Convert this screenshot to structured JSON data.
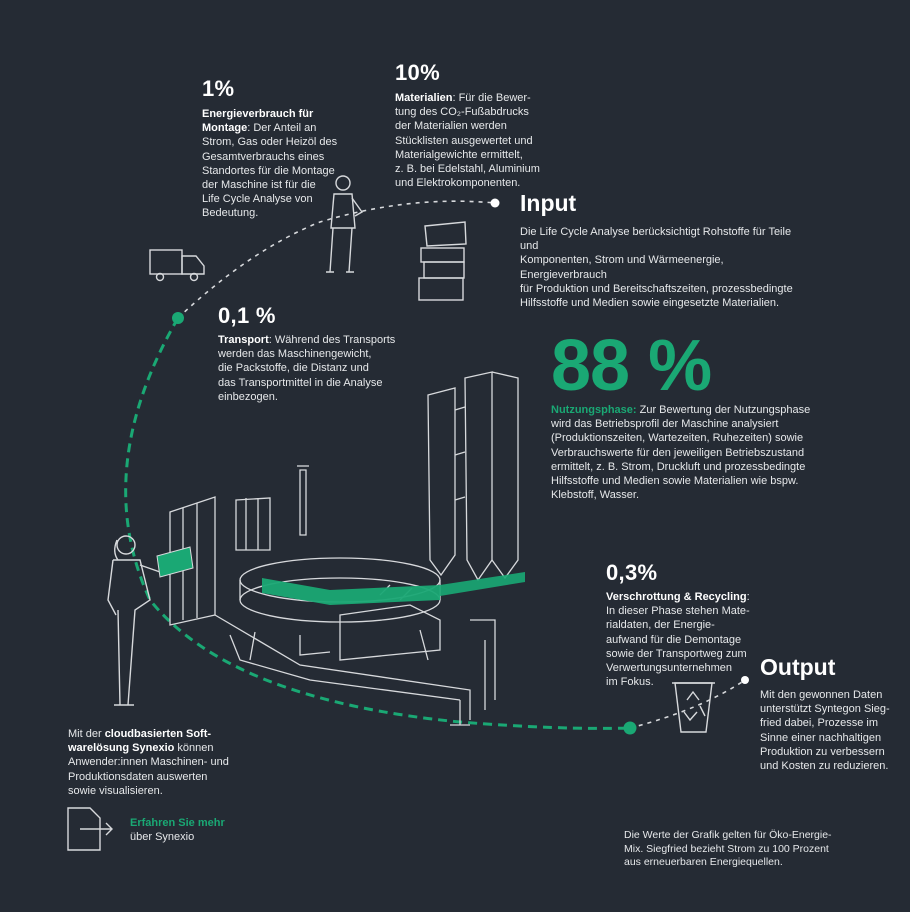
{
  "colors": {
    "background": "#252b34",
    "accent": "#1aa874",
    "line": "#d7d9dc"
  },
  "energy": {
    "pct": "1%",
    "title": "Energieverbrauch für Montage",
    "lines": [
      "Strom, Gas oder Heizöl des",
      "Gesamtverbrauchs eines",
      "Standortes für die Montage",
      "der Maschine ist für die",
      "Life Cycle Analyse von",
      "Bedeutung."
    ],
    "line1_rest": ": Der Anteil an"
  },
  "materials": {
    "pct": "10%",
    "title": "Materialien",
    "line0_rest": ": Für die Bewer-",
    "lines": [
      "tung des CO₂-Fußabdrucks",
      "der Materialien werden",
      "Stücklisten ausgewertet und",
      "Materialgewichte ermittelt,",
      "z. B. bei Edelstahl, Aluminium",
      "und Elektrokomponenten."
    ]
  },
  "input": {
    "title": "Input",
    "lines": [
      "Die Life Cycle Analyse berücksichtigt Rohstoffe für Teile und",
      "Komponenten, Strom und Wärmeenergie, Energieverbrauch",
      "für Produktion und Bereitschaftszeiten, prozessbedingte",
      "Hilfsstoffe und Medien sowie eingesetzte Materialien."
    ]
  },
  "transport": {
    "pct": "0,1 %",
    "title": "Transport",
    "line0_rest": ": Während des Transports",
    "lines": [
      "werden das Maschinengewicht,",
      "die Packstoffe, die Distanz und",
      "das Transportmittel in die Analyse",
      "einbezogen."
    ]
  },
  "usage": {
    "pct": "88 %",
    "title": "Nutzungsphase:",
    "line0_rest": " Zur Bewertung der Nutzungsphase",
    "lines": [
      "wird das Betriebsprofil der Maschine analysiert",
      "(Produktionszeiten, Wartezeiten, Ruhezeiten) sowie",
      "Verbrauchswerte für den jeweiligen Betriebszustand",
      "ermittelt, z. B. Strom, Druckluft und prozessbedingte",
      "Hilfsstoffe und Medien sowie Materialien wie bspw.",
      "Klebstoff, Wasser."
    ]
  },
  "recycling": {
    "pct": "0,3%",
    "title": "Verschrottung & Recycling",
    "title_suffix": ":",
    "lines": [
      "In dieser Phase stehen Mate-",
      "rialdaten, der Energie-",
      "aufwand für die Demontage",
      "sowie der Transportweg zum",
      "Verwertungsunternehmen",
      "im Fokus."
    ]
  },
  "output": {
    "title": "Output",
    "lines": [
      "Mit den gewonnen Daten",
      "unterstützt Syntegon Sieg-",
      "fried dabei, Prozesse im",
      "Sinne einer nachhaltigen",
      "Produktion zu verbessern",
      "und Kosten zu reduzieren."
    ]
  },
  "synexio": {
    "pre": "Mit der ",
    "bold1": "cloudbasierten Soft-",
    "bold2": "warelösung Synexio",
    "post": " können",
    "lines": [
      "Anwender:innen Maschinen- und",
      "Produktionsdaten auswerten",
      "sowie visualisieren."
    ]
  },
  "more_link": {
    "label": "Erfahren Sie mehr",
    "sub": "über Synexio"
  },
  "footnote": {
    "lines": [
      "Die Werte der Grafik gelten für Öko-Energie-",
      "Mix. Siegfried bezieht Strom zu 100 Prozent",
      "aus erneuerbaren Energiequellen."
    ]
  }
}
